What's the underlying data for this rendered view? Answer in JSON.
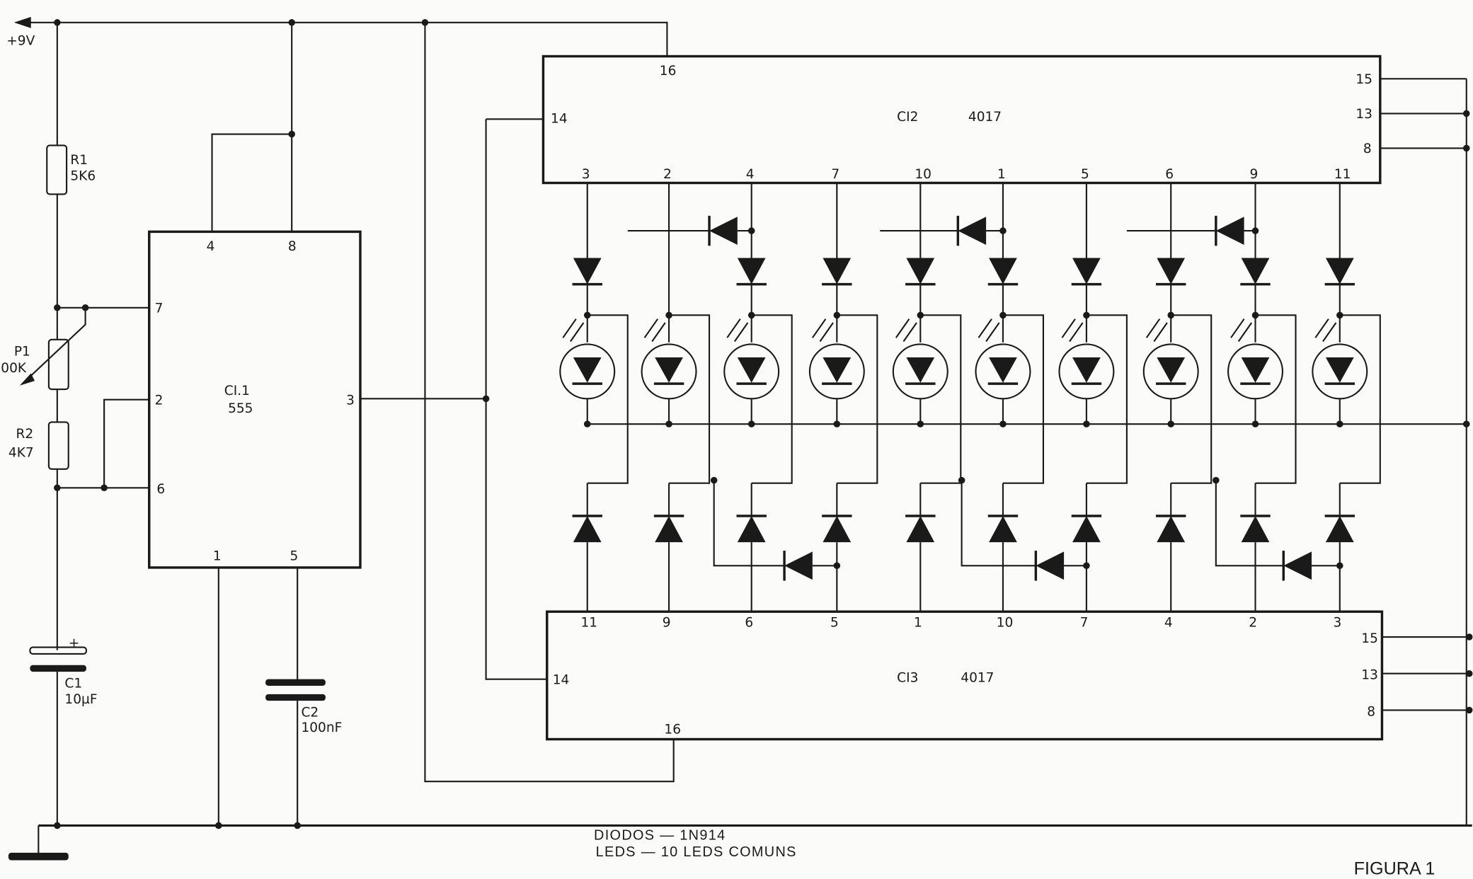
{
  "supply": {
    "label": "+9V"
  },
  "r1": {
    "name": "R1",
    "value": "5K6"
  },
  "p1": {
    "name": "P1",
    "value": "00K"
  },
  "r2": {
    "name": "R2",
    "value": "4K7"
  },
  "c1": {
    "name": "C1",
    "value": "10µF",
    "polarity": "+"
  },
  "c2": {
    "name": "C2",
    "value": "100nF"
  },
  "ci1": {
    "name": "CI.1",
    "part": "555",
    "pins": {
      "p4": "4",
      "p8": "8",
      "p7": "7",
      "p2": "2",
      "p6": "6",
      "p3": "3",
      "p1": "1",
      "p5": "5"
    }
  },
  "ci2": {
    "name": "CI2",
    "part": "4017",
    "pin16": "16",
    "pin14": "14",
    "pin15": "15",
    "pin13": "13",
    "pin8": "8",
    "outputs": [
      "3",
      "2",
      "4",
      "7",
      "10",
      "1",
      "5",
      "6",
      "9",
      "11"
    ]
  },
  "ci3": {
    "name": "CI3",
    "part": "4017",
    "pin16": "16",
    "pin14": "14",
    "pin15": "15",
    "pin13": "13",
    "pin8": "8",
    "outputs": [
      "11",
      "9",
      "6",
      "5",
      "1",
      "10",
      "7",
      "4",
      "2",
      "3"
    ]
  },
  "notes": {
    "diodes": "DIODOS — 1N914",
    "leds": "LEDS — 10 LEDS COMUNS"
  },
  "figure_label": "FIGURA 1"
}
